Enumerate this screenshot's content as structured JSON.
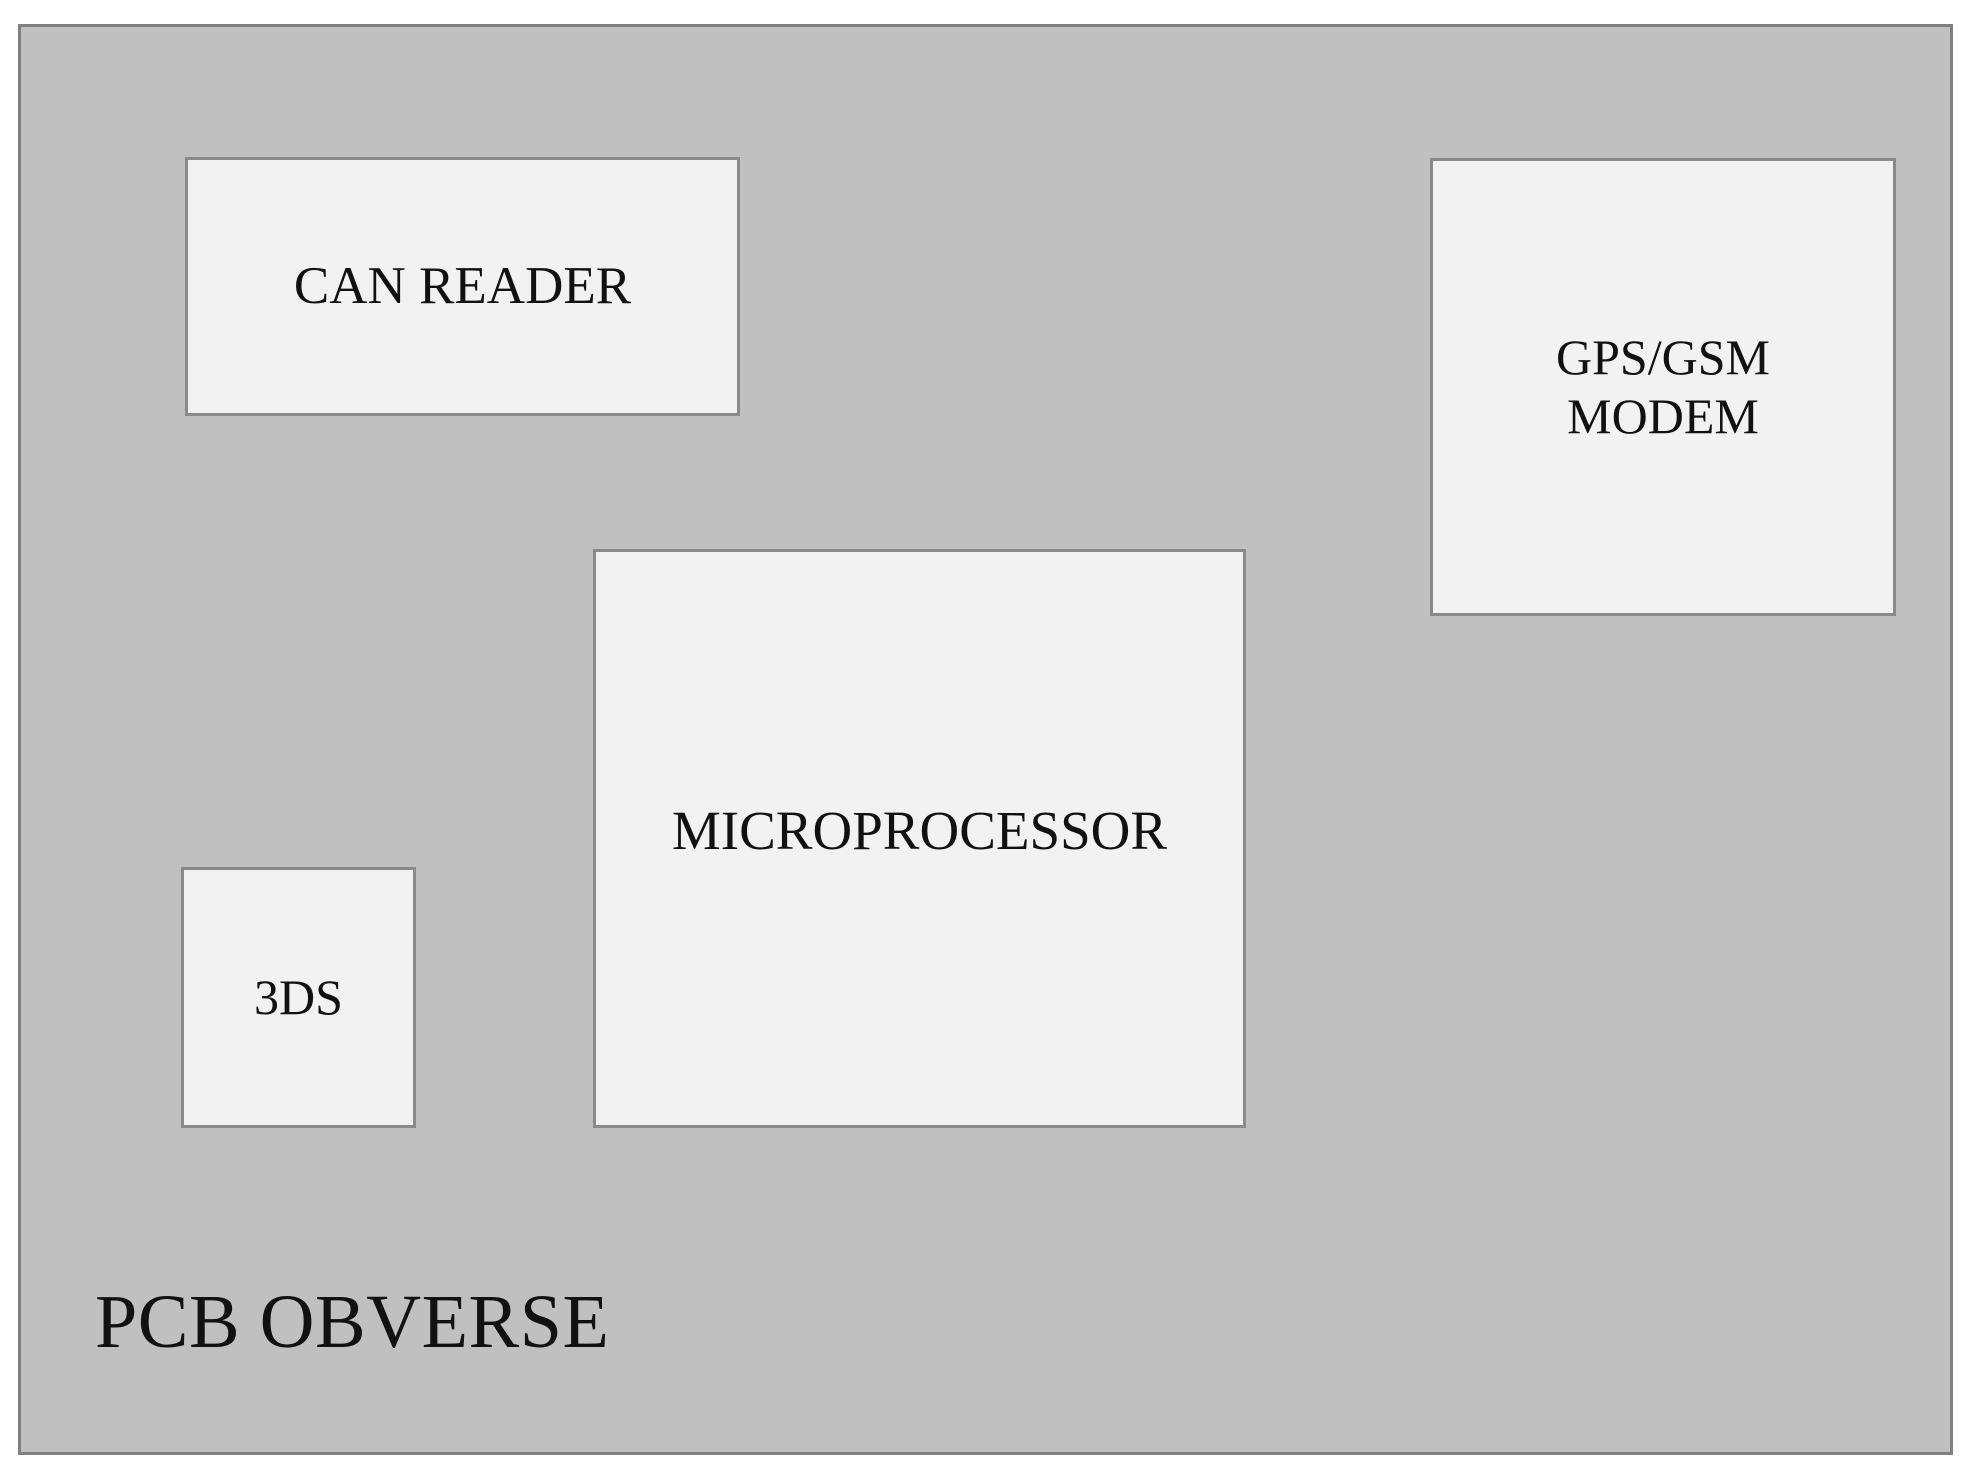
{
  "board": {
    "caption": "PCB OBVERSE",
    "fill_color": "#c0c0c0",
    "border_color": "#808080",
    "component_fill_color": "#f2f2f2",
    "component_border_color": "#8a8a8a",
    "text_color": "#111111"
  },
  "components": [
    {
      "id": "can-reader",
      "label": "CAN READER"
    },
    {
      "id": "gps-gsm-modem",
      "label": "GPS/GSM\nMODEM"
    },
    {
      "id": "microprocessor",
      "label": "MICROPROCESSOR"
    },
    {
      "id": "3ds",
      "label": "3DS"
    }
  ]
}
